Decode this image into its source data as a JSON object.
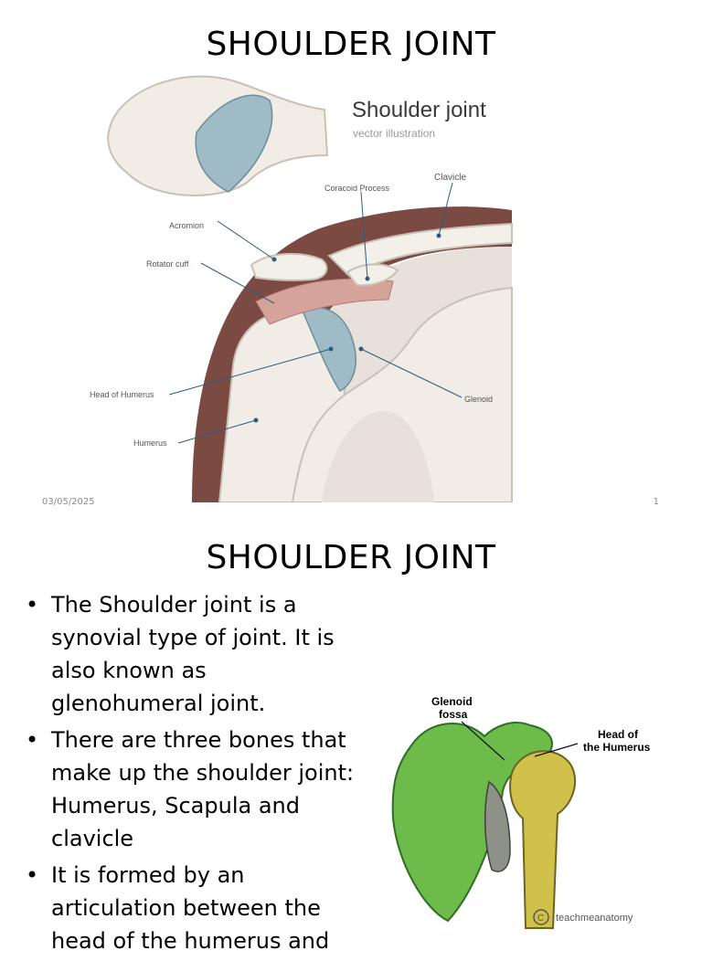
{
  "slide1": {
    "title": "SHOULDER JOINT",
    "footer_date": "03/05/2025",
    "footer_page": "1",
    "illustration": {
      "heading": "Shoulder joint",
      "subheading": "vector illustration",
      "labels": {
        "clavicle": "Clavicle",
        "coracoid": "Coracoid Process",
        "acromion": "Acromion",
        "rotator_cuff": "Rotator cuff",
        "head_of_humerus": "Head of Humerus",
        "glenoid": "Glenoid",
        "humerus": "Humerus"
      }
    }
  },
  "slide2": {
    "title": "SHOULDER JOINT",
    "bullets": [
      "The Shoulder joint is a synovial type of joint. It is also known as glenohumeral joint.",
      "There are three bones that make up the shoulder joint: Humerus, Scapula and clavicle",
      " It is formed by an articulation between the head of the humerus and"
    ],
    "figure": {
      "label_glenoid_fossa_1": "Glenoid",
      "label_glenoid_fossa_2": "fossa",
      "label_head_1": "Head of",
      "label_head_2": "the Humerus",
      "credit": "teachmeanatomy"
    }
  }
}
